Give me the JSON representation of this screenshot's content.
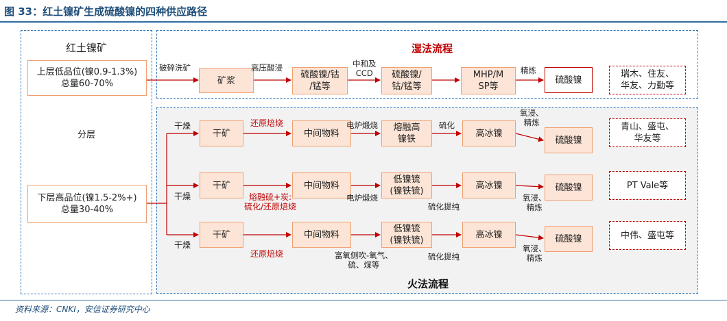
{
  "header": {
    "title": "图 33：红土镍矿生成硫酸镍的四种供应路径"
  },
  "footer": {
    "source": "资料来源：CNKI，安信证券研究中心"
  },
  "left_column": {
    "heading": "红土镍矿",
    "upper_layer": {
      "line1": "上层低品位(镍0.9-1.3%)",
      "line2": "总量60-70%"
    },
    "layering": "分层",
    "lower_layer": {
      "line1": "下层高品位(镍1.5-2%+)",
      "line2": "总量30-40%"
    }
  },
  "wet_process": {
    "heading": "湿法流程",
    "label_crush": "破碎洗矿",
    "box_slurry": "矿浆",
    "label_leach": "高压酸浸",
    "box_sulfate1": {
      "line1": "硫酸镍/钴",
      "line2": "/锰等"
    },
    "label_neutral": {
      "line1": "中和及",
      "line2": "CCD"
    },
    "box_sulfate2": {
      "line1": "硫酸镍/",
      "line2": "钴/锰等"
    },
    "box_mhp": {
      "line1": "MHP/M",
      "line2": "SP等"
    },
    "label_refine": "精炼",
    "box_product": "硫酸镍",
    "companies": {
      "line1": "瑞木、住友、",
      "line2": "华友、力勤等"
    }
  },
  "fire_process": {
    "heading": "火法流程",
    "row1": {
      "label_dry": "干燥",
      "box_dry_ore": "干矿",
      "label_roast": "还原焙烧",
      "box_intermediate": "中间物料",
      "label_furnace": "电炉煅烧",
      "box_molten": {
        "line1": "熔融高",
        "line2": "镍铁"
      },
      "label_sulfurize": "硫化",
      "box_matte": "高冰镍",
      "label_leach": {
        "line1": "氧浸、",
        "line2": "精炼"
      },
      "box_product": "硫酸镍",
      "companies": {
        "line1": "青山、盛屯、",
        "line2": "华友等"
      }
    },
    "row2": {
      "label_dry": "干燥",
      "box_dry_ore": "干矿",
      "label_roast": {
        "line1": "熔融硫+炭:",
        "line2": "硫化/还原焙烧"
      },
      "box_intermediate": "中间物料",
      "label_furnace": "电炉煅烧",
      "box_matte_low": {
        "line1": "低镍锍",
        "line2": "(镍铁锍)"
      },
      "label_purify": "硫化提纯",
      "box_matte": "高冰镍",
      "label_leach": {
        "line1": "氧浸、",
        "line2": "精炼"
      },
      "box_product": "硫酸镍",
      "companies": "PT Vale等"
    },
    "row3": {
      "label_dry": "干燥",
      "box_dry_ore": "干矿",
      "label_roast": "还原焙烧",
      "box_intermediate": "中间物料",
      "label_blow": {
        "line1": "富氧侧吹-氧气、",
        "line2": "硫、煤等"
      },
      "box_matte_low": {
        "line1": "低镍锍",
        "line2": "(镍铁锍)"
      },
      "label_purify": "硫化提纯",
      "box_matte": "高冰镍",
      "label_leach": {
        "line1": "氧浸、",
        "line2": "精炼"
      },
      "box_product": "硫酸镍",
      "companies": "中伟、盛屯等"
    }
  }
}
